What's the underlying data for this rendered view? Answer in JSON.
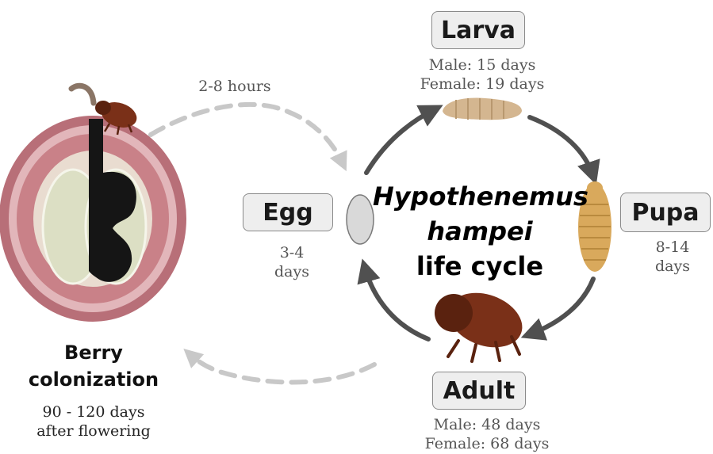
{
  "title": {
    "line1": "Hypothenemus",
    "line2": "hampei",
    "line3": "life cycle"
  },
  "stages": {
    "larva": {
      "label": "Larva",
      "duration_line1": "Male: 15 days",
      "duration_line2": "Female: 19 days"
    },
    "pupa": {
      "label": "Pupa",
      "duration_line1": "8-14",
      "duration_line2": "days"
    },
    "adult": {
      "label": "Adult",
      "duration_line1": "Male: 48 days",
      "duration_line2": "Female: 68 days"
    },
    "egg": {
      "label": "Egg",
      "duration_line1": "3-4",
      "duration_line2": "days"
    }
  },
  "berry": {
    "label_line1": "Berry",
    "label_line2": "colonization",
    "info_line1": "90 - 120 days",
    "info_line2": "after flowering"
  },
  "transition": {
    "to_egg": "2-8 hours"
  },
  "colors": {
    "arrow": "#505050",
    "dashed_arrow": "#c8c8c8",
    "berry_outer": "#b86f78",
    "berry_ring": "#e2b6ba",
    "bean": "#dcdfc4",
    "tunnel": "#151515",
    "beetle": "#6e2a14",
    "larva": "#d4b690",
    "pupa": "#d9a95c",
    "egg": "#d9d9d9"
  }
}
